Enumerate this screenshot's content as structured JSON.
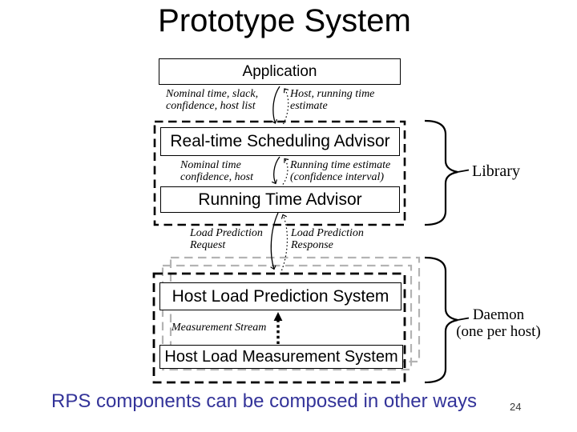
{
  "slide": {
    "title": "Prototype System",
    "footer": "RPS components can be composed in other ways",
    "page_number": "24"
  },
  "diagram": {
    "boxes": {
      "application": "Application",
      "rtsa": "Real-time Scheduling Advisor",
      "rta": "Running Time Advisor",
      "hlps": "Host Load Prediction System",
      "hlms": "Host Load Measurement System"
    },
    "arrow_labels": {
      "pair1_left": "Nominal time, slack,\nconfidence, host list",
      "pair1_right": "Host, running time\nestimate",
      "pair2_left": "Nominal time\nconfidence, host",
      "pair2_right": "Running time estimate\n(confidence interval)",
      "pair3_left": "Load Prediction\nRequest",
      "pair3_right": "Load Prediction\nResponse",
      "measurement": "Measurement Stream"
    },
    "braces": {
      "library": "Library",
      "daemon": "Daemon\n(one per host)"
    },
    "colors": {
      "text": "#000000",
      "footer_blue": "#333399",
      "gray_dash": "#b3b3b3"
    }
  }
}
